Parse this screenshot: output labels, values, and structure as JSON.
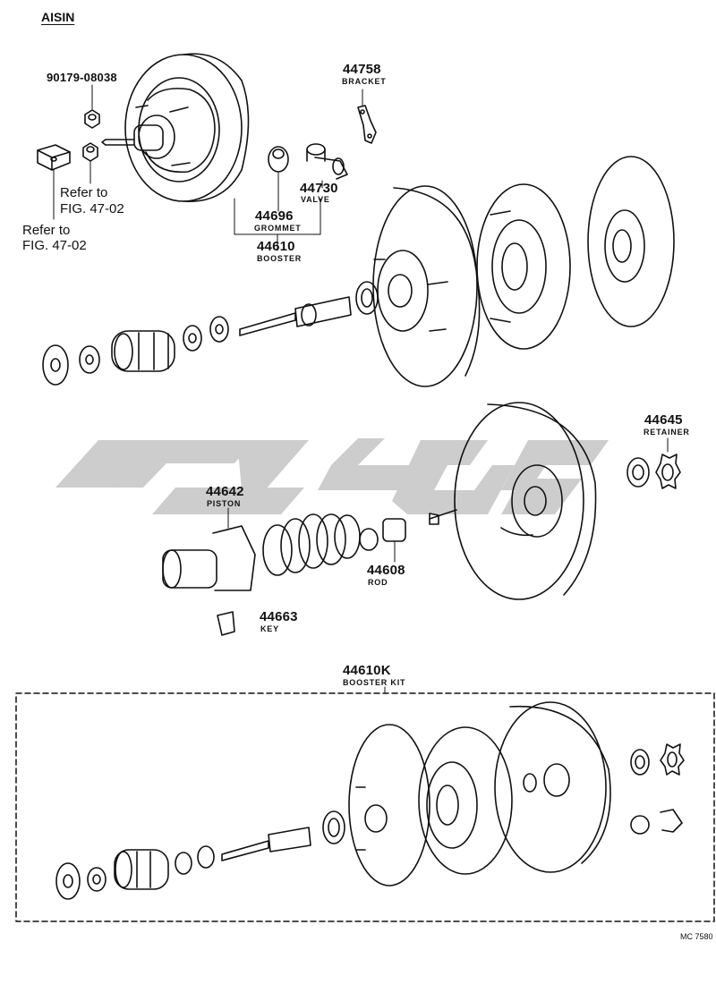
{
  "brand": "AISIN",
  "footer_code": "MC 7580",
  "colors": {
    "ink": "#111111",
    "watermark": "#c8c8c8"
  },
  "labels": {
    "bolt_part": "90179-08038",
    "bracket_part": "44758",
    "bracket_name": "BRACKET",
    "refer_1": "Refer to",
    "fig_1": "FIG. 47-02",
    "refer_2": "Refer to",
    "fig_2": "FIG. 47-02",
    "valve_part": "44730",
    "valve_name": "VALVE",
    "grommet_part": "44696",
    "grommet_name": "GROMMET",
    "booster_part": "44610",
    "booster_name": "BOOSTER",
    "retainer_part": "44645",
    "retainer_name": "RETAINER",
    "piston_part": "44642",
    "piston_name": "PISTON",
    "rod_part": "44608",
    "rod_name": "ROD",
    "key_part": "44663",
    "key_name": "KEY",
    "kit_part": "44610K",
    "kit_name": "BOOSTER KIT"
  }
}
